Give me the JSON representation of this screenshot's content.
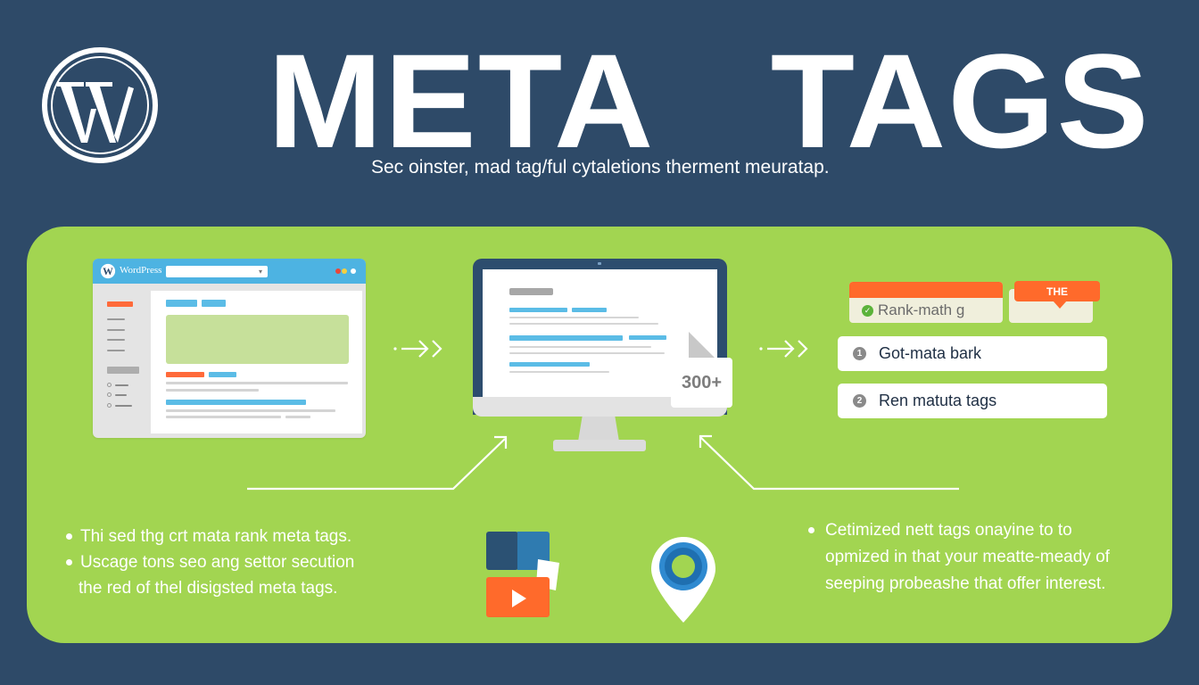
{
  "header": {
    "title": "META   TAGS",
    "subtitle": "Sec oinster, mad tag/ful cytaletions therment meuratap.",
    "logo_icon": "wordpress-logo-icon"
  },
  "colors": {
    "background": "#2e4a68",
    "panel_green": "#a2d551",
    "accent_orange": "#ff6a2b",
    "accent_blue": "#4db3e2",
    "navy": "#2d4d6e"
  },
  "browser_mock": {
    "brand": "WordPress",
    "icon": "wordpress-logo-icon",
    "window_dots": [
      "#e8463a",
      "#f4d03f",
      "#ffffff"
    ]
  },
  "monitor": {
    "badge_value": "300+"
  },
  "arrows": {
    "left_flow": "·→›",
    "right_flow": "·→›"
  },
  "right_panel": {
    "tag_card_label": "Rank-math g",
    "tooltip_label": "THE",
    "steps": [
      {
        "number": "1",
        "label": "Got-mata bark"
      },
      {
        "number": "2",
        "label": "Ren matuta tags"
      }
    ]
  },
  "left_bullets": [
    {
      "text": "Thi sed thg crt mata rank meta tags.",
      "bullet": true
    },
    {
      "text": "Uscage tons seo ang settor secution",
      "bullet": true
    },
    {
      "text": "the red of thel disigsted meta tags.",
      "bullet": false
    }
  ],
  "right_bullets": [
    {
      "text": "Cetimized nett tags onayine to to",
      "bullet": true
    },
    {
      "text": "opmized in that your meatte-meady of",
      "bullet": false
    },
    {
      "text": "seeping probeashe that offer interest.",
      "bullet": false
    }
  ],
  "bottom_icons": {
    "media": "video-media-icon",
    "location": "location-pin-icon"
  }
}
